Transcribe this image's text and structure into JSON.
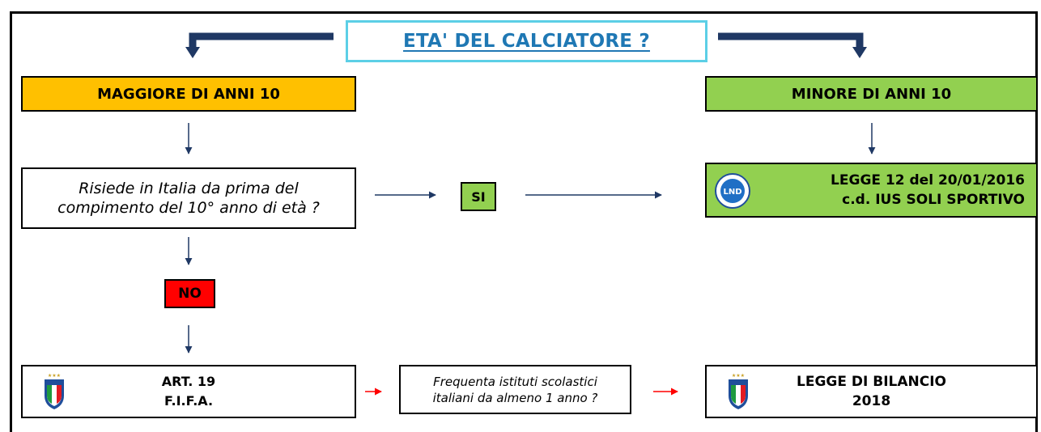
{
  "title": "ETA' DEL CALCIATORE ?",
  "left_branch": {
    "label": "MAGGIORE DI ANNI 10"
  },
  "right_branch": {
    "label": "MINORE DI ANNI 10"
  },
  "question1": {
    "line1": "Risiede in Italia da prima del",
    "line2": "compimento del 10° anno di età ?"
  },
  "yes_label": "SI",
  "no_label": "NO",
  "law_box": {
    "line1": "LEGGE 12 del 20/01/2016",
    "line2": "c.d. IUS SOLI SPORTIVO",
    "logo_text": "LND"
  },
  "art_box": {
    "line1": "ART. 19",
    "line2": "F.I.F.A."
  },
  "question2": {
    "line1": "Frequenta istituti scolastici",
    "line2": "italiani da almeno 1 anno ?"
  },
  "bilancio_box": {
    "line1": "LEGGE DI BILANCIO",
    "line2": "2018"
  },
  "colors": {
    "orange": "#ffc000",
    "green": "#92d050",
    "red": "#ff0000",
    "arrow_navy": "#1f3864",
    "title_blue": "#1f78b4",
    "title_border": "#5ccfe6"
  }
}
